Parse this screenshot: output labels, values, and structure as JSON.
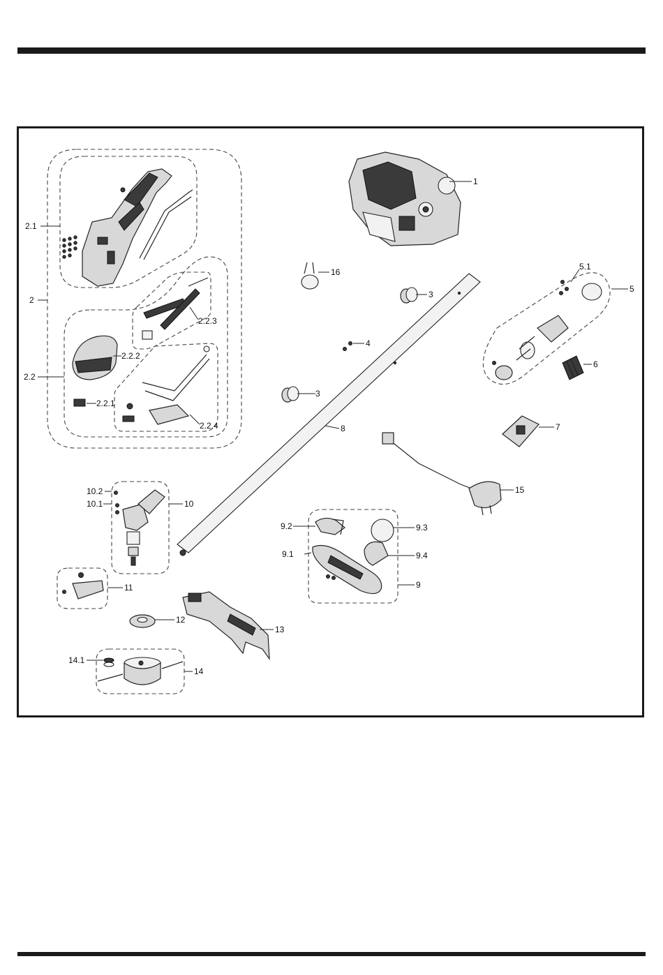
{
  "labels": {
    "p1": "1",
    "p2": "2",
    "p2_1": "2.1",
    "p2_2": "2.2",
    "p2_2_1": "2.2.1",
    "p2_2_2": "2.2.2",
    "p2_2_3": "2.2.3",
    "p2_2_4": "2.2.4",
    "p3a": "3",
    "p3b": "3",
    "p4": "4",
    "p5": "5",
    "p5_1": "5.1",
    "p6": "6",
    "p7": "7",
    "p8": "8",
    "p9": "9",
    "p9_1": "9.1",
    "p9_2": "9.2",
    "p9_3": "9.3",
    "p9_4": "9.4",
    "p10": "10",
    "p10_1": "10.1",
    "p10_2": "10.2",
    "p11": "11",
    "p12": "12",
    "p13": "13",
    "p14": "14",
    "p14_1": "14.1",
    "p15": "15",
    "p16": "16"
  }
}
